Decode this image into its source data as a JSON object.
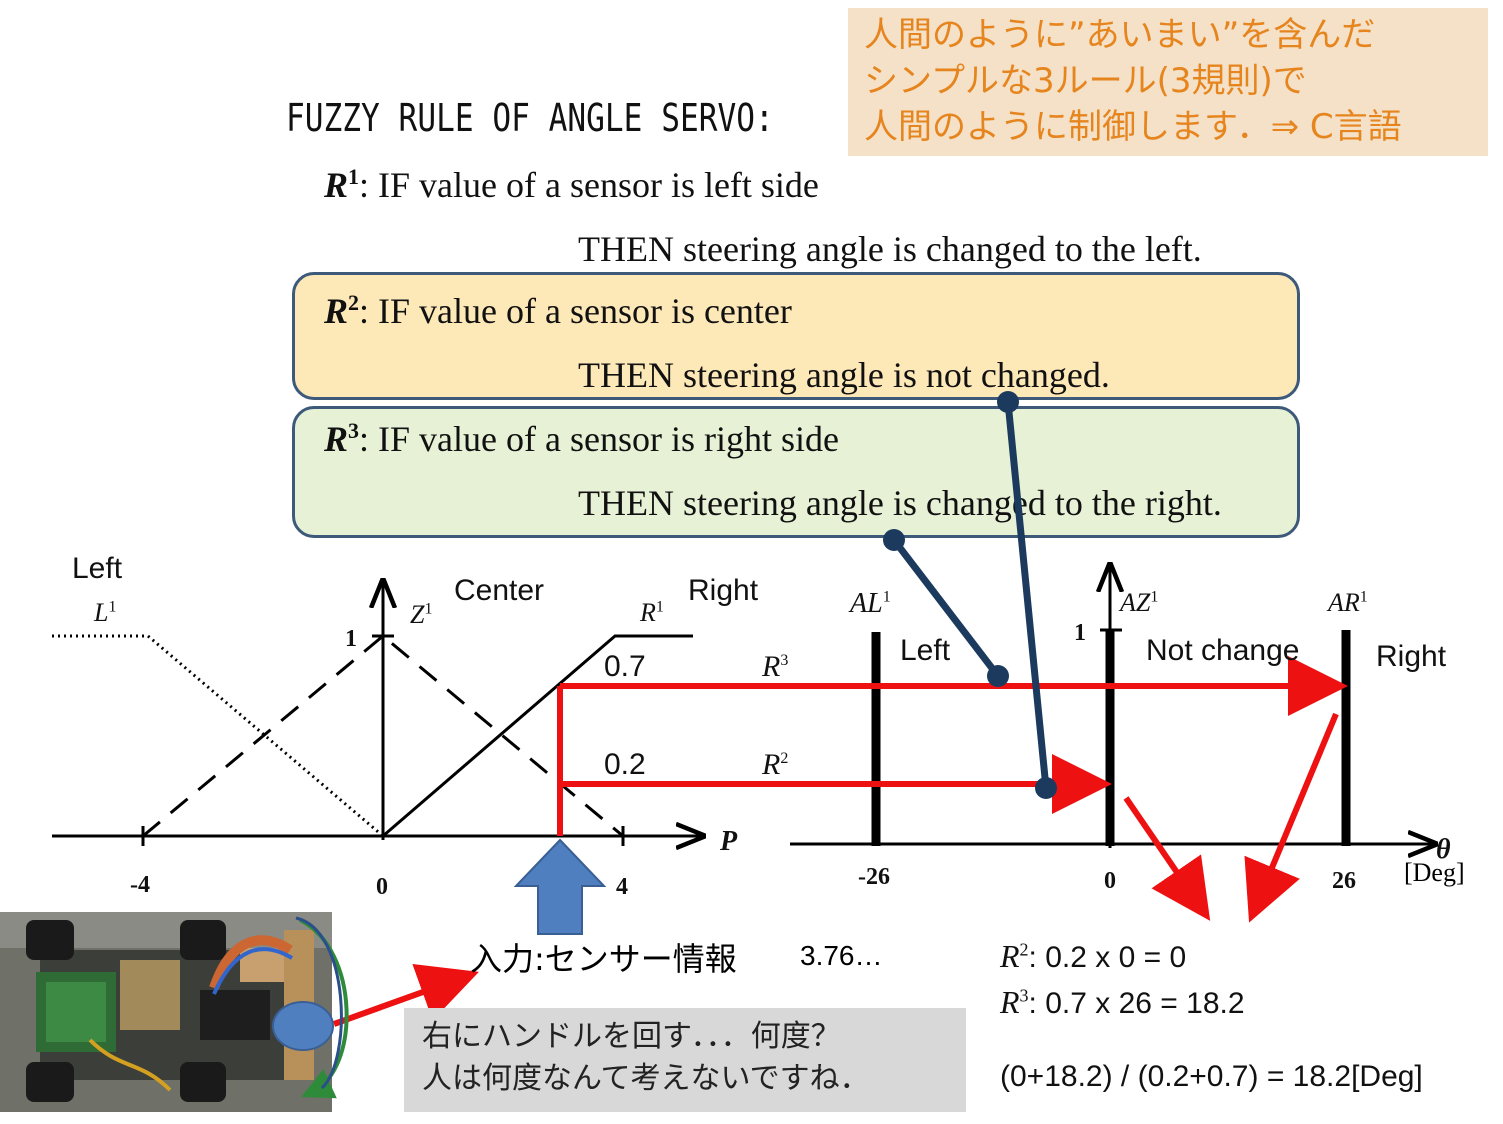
{
  "note": {
    "lines": [
      "人間のように”あいまい”を含んだ",
      "シンプルな3ルール(3規則)で",
      "人間のように制御します．⇒ C言語"
    ],
    "bg_color": "#f4e1c8",
    "text_color": "#e6851e"
  },
  "heading": "FUZZY RULE OF ANGLE SERVO:",
  "rules": [
    {
      "name": "R",
      "sup": "1",
      "if_text": ": IF value of a sensor is left side",
      "then_text": "THEN steering angle is changed to the left."
    },
    {
      "name": "R",
      "sup": "2",
      "if_text": ": IF value of a sensor is center",
      "then_text": "THEN steering angle is not changed."
    },
    {
      "name": "R",
      "sup": "3",
      "if_text": ": IF value of a sensor is right side",
      "then_text": "THEN steering angle is changed to the right."
    }
  ],
  "rule_box_colors": {
    "r2": "#fde8b8",
    "r3": "#e6f1d6",
    "border": "#3d5a7a"
  },
  "left_chart": {
    "labels": {
      "left": "Left",
      "center": "Center",
      "right": "Right"
    },
    "math_labels": {
      "l": "L",
      "z": "Z",
      "r": "R",
      "sup": "1"
    },
    "y_tick": "1",
    "x_axis_label": "P",
    "x_ticks": [
      "-4",
      "0",
      "4"
    ],
    "membership_values": {
      "r3": "0.7",
      "r2": "0.2"
    },
    "rule_labels": {
      "r3": "R",
      "r2": "R",
      "r3_sup": "3",
      "r2_sup": "2"
    }
  },
  "right_chart": {
    "math_labels": {
      "al": "AL",
      "az": "AZ",
      "ar": "AR",
      "sup": "1"
    },
    "region_labels": {
      "left": "Left",
      "not_change": "Not change",
      "right": "Right"
    },
    "y_tick": "1",
    "x_axis_label": "θ",
    "unit": "[Deg]",
    "x_ticks": [
      "-26",
      "0",
      "26"
    ]
  },
  "input_label": "入力:センサー情報",
  "input_value": "3.76…",
  "caption": {
    "lines": [
      "右にハンドルを回す．．．何度？",
      "人は何度なんて考えないですね．"
    ]
  },
  "calc": {
    "r2_name": "R",
    "r2_sup": "2",
    "r2_expr": ": 0.2 x 0 = 0",
    "r3_name": "R",
    "r3_sup": "3",
    "r3_expr": ": 0.7 x 26 = 18.2",
    "result": "(0+18.2) / (0.2+0.7) = 18.2[Deg]"
  },
  "colors": {
    "arrow_red": "#ee1111",
    "connector_navy": "#1c3a5e",
    "input_arrow_blue": "#4f7fbf"
  }
}
